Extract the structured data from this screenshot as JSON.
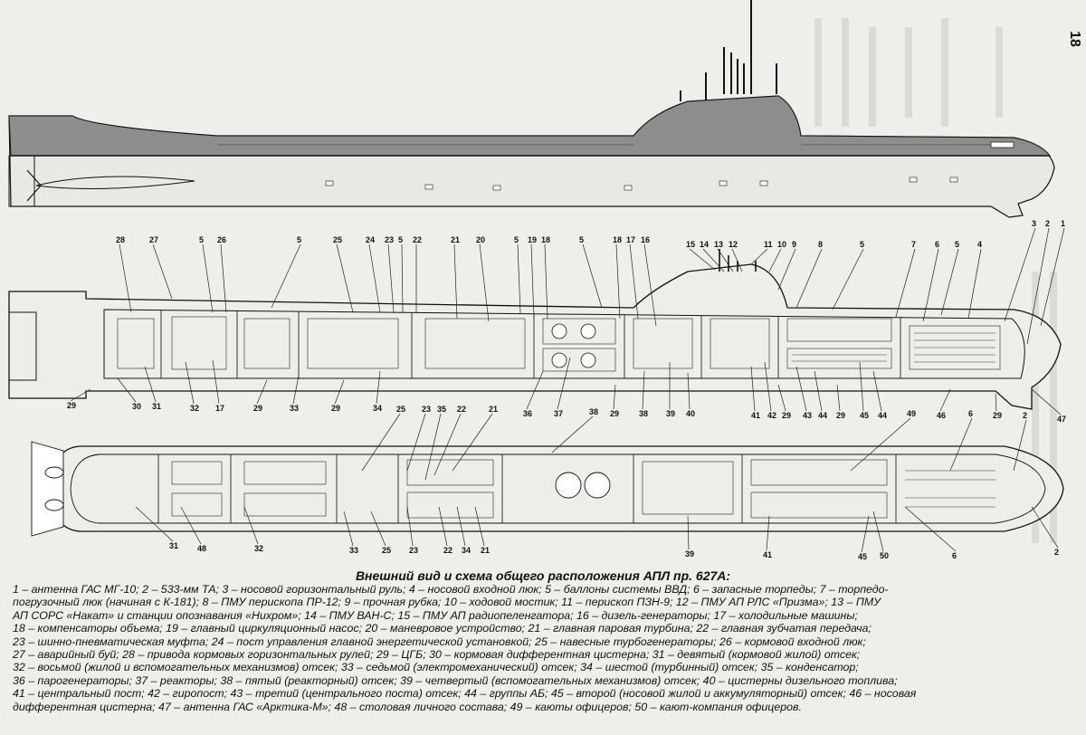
{
  "page_number": "18",
  "caption": {
    "title": "Внешний вид и схема общего расположения АПЛ пр. 627А:",
    "lines": [
      "1 – антенна ГАС МГ-10; 2 – 533-мм ТА; 3 – носовой горизонтальный руль; 4 – носовой входной люк; 5 – баллоны системы ВВД; 6 – запасные торпеды; 7 – торпедо-",
      "погрузочный люк (начиная с К-181); 8 – ПМУ перископа ПР-12; 9 – прочная рубка; 10 – ходовой мостик; 11 – перископ ПЗН-9; 12 – ПМУ АП РЛС «Призма»; 13 – ПМУ",
      "АП СОРС «Накат» и станции опознавания «Нихром»; 14 – ПМУ ВАН-С; 15 – ПМУ АП радиопеленгатора; 16 – дизель-генераторы; 17 – холодильные машины;",
      "18 – компенсаторы объема; 19 – главный циркуляционный насос; 20 – маневровое устройство; 21 – главная паровая турбина; 22 – главная зубчатая передача;",
      "23 – шинно-пневматическая муфта; 24 – пост управления главной энергетической установкой; 25 – навесные турбогенераторы; 26 – кормовой входной люк;",
      "27 – аварийный буй; 28 – привода кормовых горизонтальных рулей; 29 – ЦГБ; 30 – кормовая дифферентная цистерна; 31 – девятый (кормовой жилой) отсек;",
      "32 – восьмой (жилой и вспомогательных механизмов) отсек; 33 – седьмой (электромеханический) отсек; 34 – шестой (турбинный) отсек; 35 – конденсатор;",
      "36 – парогенераторы; 37 – реакторы; 38 – пятый (реакторный) отсек; 39 – четвертый (вспомогательных механизмов) отсек; 40 – цистерны дизельного топлива;",
      "41 – центральный пост; 42 – гиропост; 43 – третий (центрального поста) отсек; 44 – группы АБ; 45 – второй (носовой жилой и аккумуляторный) отсек; 46 – носовая",
      "дифферентная цистерна; 47 – антенна ГАС «Арктика-М»; 48 – столовая личного состава; 49 – каюты офицеров; 50 – кают-компания офицеров."
    ]
  },
  "labels": {
    "section": [
      {
        "t": "28"
      },
      {
        "t": "27"
      },
      {
        "t": "5"
      },
      {
        "t": "26"
      },
      {
        "t": "5"
      },
      {
        "t": "25"
      },
      {
        "t": "24"
      },
      {
        "t": "23"
      },
      {
        "t": "5"
      },
      {
        "t": "22"
      },
      {
        "t": "21"
      },
      {
        "t": "20"
      },
      {
        "t": "5"
      },
      {
        "t": "19"
      },
      {
        "t": "18"
      },
      {
        "t": "5"
      },
      {
        "t": "18"
      },
      {
        "t": "17"
      },
      {
        "t": "16"
      },
      {
        "t": "15"
      },
      {
        "t": "14"
      },
      {
        "t": "13"
      },
      {
        "t": "12"
      },
      {
        "t": "11"
      },
      {
        "t": "10"
      },
      {
        "t": "9"
      },
      {
        "t": "8"
      },
      {
        "t": "5"
      },
      {
        "t": "7"
      },
      {
        "t": "6"
      },
      {
        "t": "5"
      },
      {
        "t": "4"
      },
      {
        "t": "3"
      },
      {
        "t": "2"
      },
      {
        "t": "1"
      }
    ],
    "section_bottom": [
      {
        "t": "29"
      },
      {
        "t": "30"
      },
      {
        "t": "31"
      },
      {
        "t": "32"
      },
      {
        "t": "17"
      },
      {
        "t": "29"
      },
      {
        "t": "33"
      },
      {
        "t": "29"
      },
      {
        "t": "34"
      },
      {
        "t": "36"
      },
      {
        "t": "37"
      },
      {
        "t": "29"
      },
      {
        "t": "38"
      },
      {
        "t": "39"
      },
      {
        "t": "40"
      },
      {
        "t": "41"
      },
      {
        "t": "42"
      },
      {
        "t": "29"
      },
      {
        "t": "43"
      },
      {
        "t": "44"
      },
      {
        "t": "29"
      },
      {
        "t": "45"
      },
      {
        "t": "44"
      },
      {
        "t": "46"
      },
      {
        "t": "29"
      },
      {
        "t": "47"
      }
    ],
    "plan_top": [
      {
        "t": "25"
      },
      {
        "t": "23"
      },
      {
        "t": "35"
      },
      {
        "t": "22"
      },
      {
        "t": "21"
      },
      {
        "t": "38"
      },
      {
        "t": "49"
      },
      {
        "t": "6"
      },
      {
        "t": "2"
      }
    ],
    "plan_bottom": [
      {
        "t": "31"
      },
      {
        "t": "48"
      },
      {
        "t": "32"
      },
      {
        "t": "33"
      },
      {
        "t": "25"
      },
      {
        "t": "23"
      },
      {
        "t": "22"
      },
      {
        "t": "34"
      },
      {
        "t": "21"
      },
      {
        "t": "39"
      },
      {
        "t": "41"
      },
      {
        "t": "45"
      },
      {
        "t": "50"
      },
      {
        "t": "6"
      },
      {
        "t": "2"
      }
    ]
  }
}
